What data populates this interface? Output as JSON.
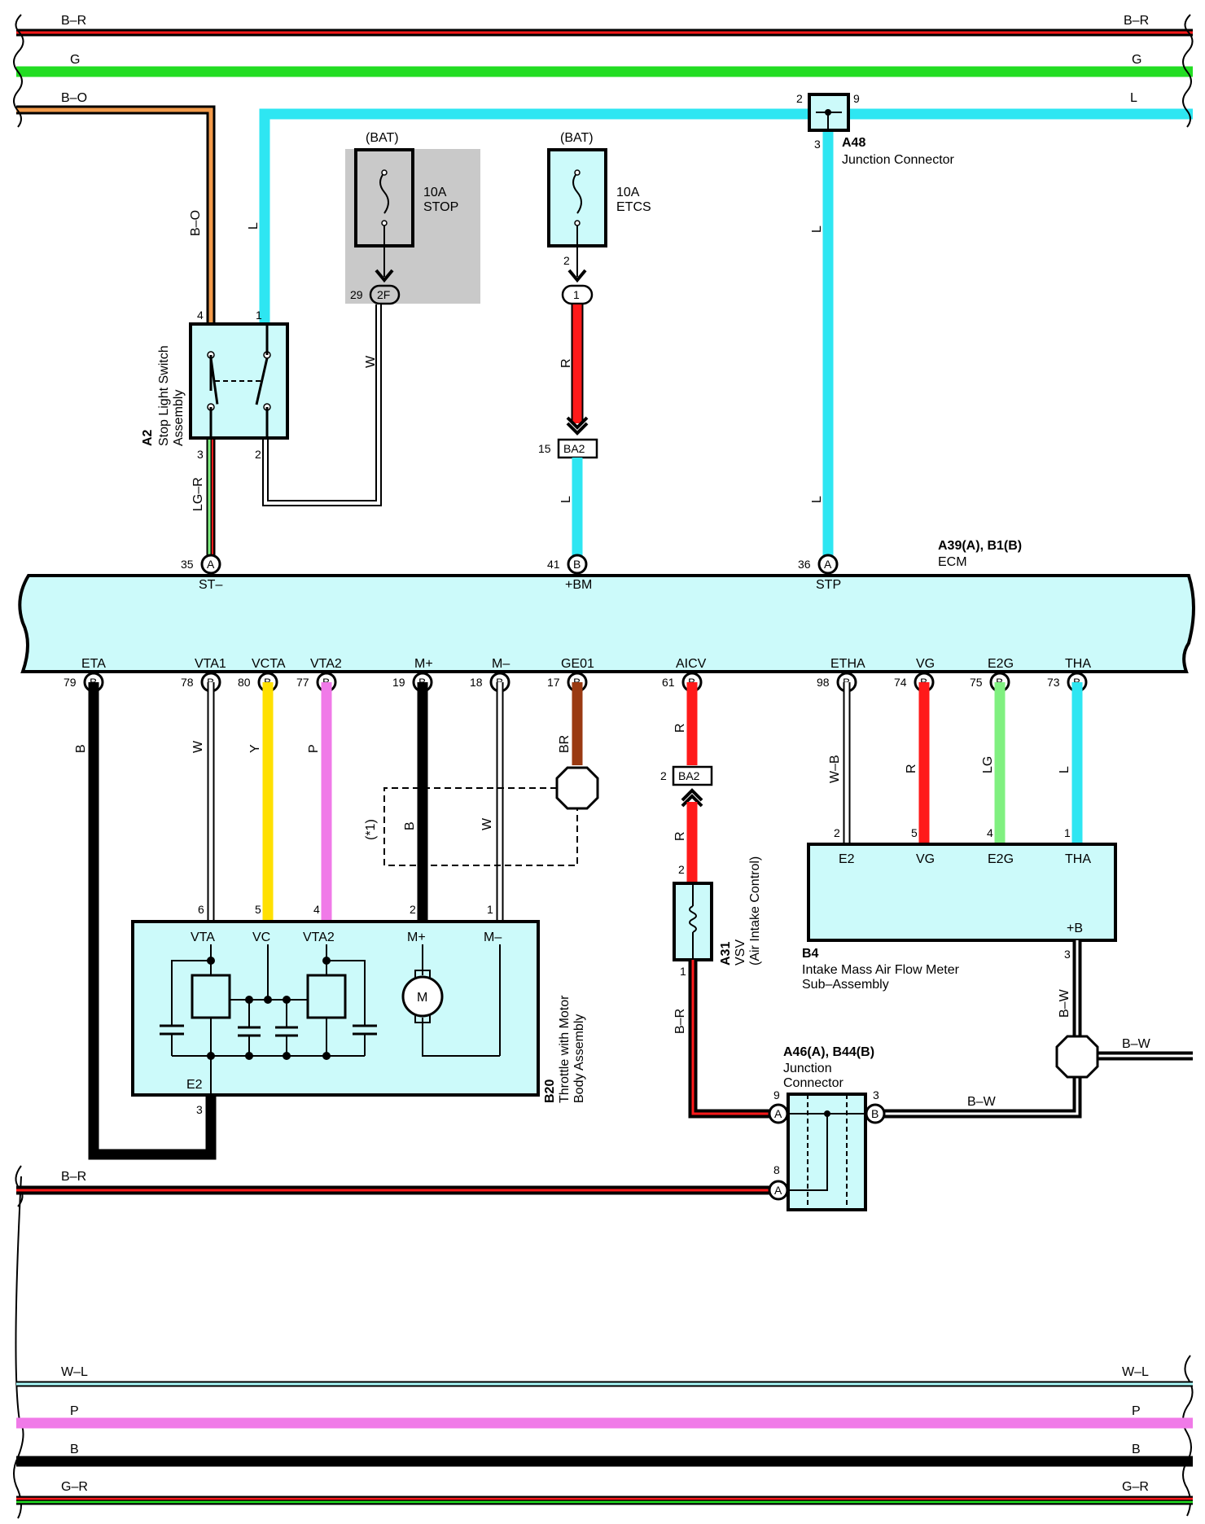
{
  "wire_colors": {
    "B": "#000000",
    "R": "#ff1a1a",
    "G": "#22dd22",
    "L": "#2ee6f2",
    "O": "#f29a4a",
    "W": "#ffffff",
    "Y": "#ffe000",
    "P": "#f07ae8",
    "LG": "#80f080",
    "BR": "#9a3a12",
    "LB": "#aafafa"
  },
  "bus_wires": {
    "top_br": "B–R",
    "top_g": "G",
    "top_bo": "B–O",
    "top_l": "L",
    "bottom_wl": "W–L",
    "bottom_p": "P",
    "bottom_b": "B",
    "bottom_gr": "G–R",
    "mid_br": "B–R",
    "right_bw": "B–W"
  },
  "fuse_stop": {
    "source": "(BAT)",
    "rating": "10A",
    "name": "STOP",
    "connector": "2F",
    "pin": "29"
  },
  "fuse_etcs": {
    "source": "(BAT)",
    "rating": "10A",
    "name": "ETCS",
    "connector": "1",
    "pin": "2"
  },
  "ba2_top": {
    "label": "BA2",
    "pin": "15"
  },
  "ba2_mid": {
    "label": "BA2",
    "pin": "2"
  },
  "a48": {
    "code": "A48",
    "name": "Junction Connector",
    "pin_left": "2",
    "pin_right": "9",
    "pin_bottom": "3"
  },
  "a2": {
    "code": "A2",
    "name_line1": "Stop Light Switch",
    "name_line2": "Assembly",
    "pin4": "4",
    "pin1": "1",
    "pin3": "3",
    "pin2": "2"
  },
  "ecm": {
    "code": "A39(A), B1(B)",
    "name": "ECM",
    "top_terminals": [
      {
        "pin": "35",
        "conn": "A",
        "name": "ST–"
      },
      {
        "pin": "41",
        "conn": "B",
        "name": "+BM"
      },
      {
        "pin": "36",
        "conn": "A",
        "name": "STP"
      }
    ],
    "bottom_terminals": [
      {
        "pin": "79",
        "conn": "B",
        "name": "ETA"
      },
      {
        "pin": "78",
        "conn": "B",
        "name": "VTA1"
      },
      {
        "pin": "80",
        "conn": "B",
        "name": "VCTA"
      },
      {
        "pin": "77",
        "conn": "B",
        "name": "VTA2"
      },
      {
        "pin": "19",
        "conn": "B",
        "name": "M+"
      },
      {
        "pin": "18",
        "conn": "B",
        "name": "M–"
      },
      {
        "pin": "17",
        "conn": "B",
        "name": "GE01"
      },
      {
        "pin": "61",
        "conn": "B",
        "name": "AICV"
      },
      {
        "pin": "98",
        "conn": "B",
        "name": "ETHA"
      },
      {
        "pin": "74",
        "conn": "B",
        "name": "VG"
      },
      {
        "pin": "75",
        "conn": "B",
        "name": "E2G"
      },
      {
        "pin": "73",
        "conn": "B",
        "name": "THA"
      }
    ]
  },
  "wire_labels": {
    "bo_vert": "B–O",
    "l_vert_a2": "L",
    "w_stop": "W",
    "r_etcs": "R",
    "l_ba2": "L",
    "l_stp_upper": "L",
    "l_stp_lower": "L",
    "lgr": "LG–R",
    "eta": "B",
    "vta1": "W",
    "vcta": "Y",
    "vta2": "P",
    "mplus": "B",
    "mminus": "W",
    "ge01": "BR",
    "aicv_upper": "R",
    "aicv_lower": "R",
    "etha": "W–B",
    "vg": "R",
    "e2g": "LG",
    "tha": "L",
    "vsv_br": "B–R",
    "b4_bw": "B–W",
    "star1": "(*1)"
  },
  "b20": {
    "code": "B20",
    "name_line1": "Throttle with Motor",
    "name_line2": "Body Assembly",
    "terminals": [
      "VTA",
      "VC",
      "VTA2",
      "M+",
      "M–"
    ],
    "pins": [
      "6",
      "5",
      "4",
      "2",
      "1"
    ],
    "e2": "E2",
    "e2_pin": "3",
    "motor": "M"
  },
  "a31": {
    "code": "A31",
    "name_line1": "VSV",
    "name_line2": "(Air Intake Control)",
    "pin_top": "2",
    "pin_bottom": "1"
  },
  "b4": {
    "code": "B4",
    "name_line1": "Intake Mass Air Flow Meter",
    "name_line2": "Sub–Assembly",
    "terminals": [
      "E2",
      "VG",
      "E2G",
      "THA"
    ],
    "pins": [
      "2",
      "5",
      "4",
      "1"
    ],
    "plusb": "+B",
    "plusb_pin": "3"
  },
  "a46": {
    "code": "A46(A), B44(B)",
    "name_line1": "Junction",
    "name_line2": "Connector",
    "pin9": "9",
    "conn9": "A",
    "pin3": "3",
    "conn3": "B",
    "pin8": "8",
    "conn8": "A"
  }
}
